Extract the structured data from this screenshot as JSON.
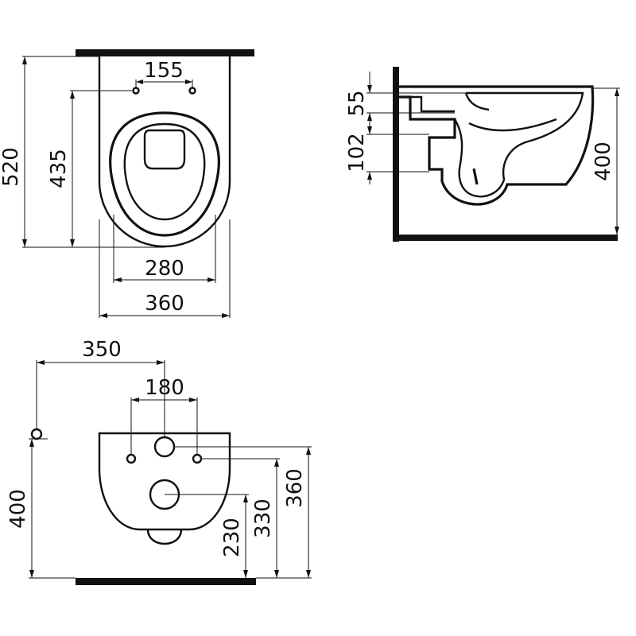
{
  "top_view": {
    "dim_155": "155",
    "dim_520": "520",
    "dim_435": "435",
    "dim_280": "280",
    "dim_360": "360"
  },
  "side_view": {
    "dim_55": "55",
    "dim_102": "102",
    "dim_400": "400"
  },
  "back_view": {
    "dim_350": "350",
    "dim_180": "180",
    "dim_400": "400",
    "dim_230": "230",
    "dim_330": "330",
    "dim_360": "360"
  }
}
